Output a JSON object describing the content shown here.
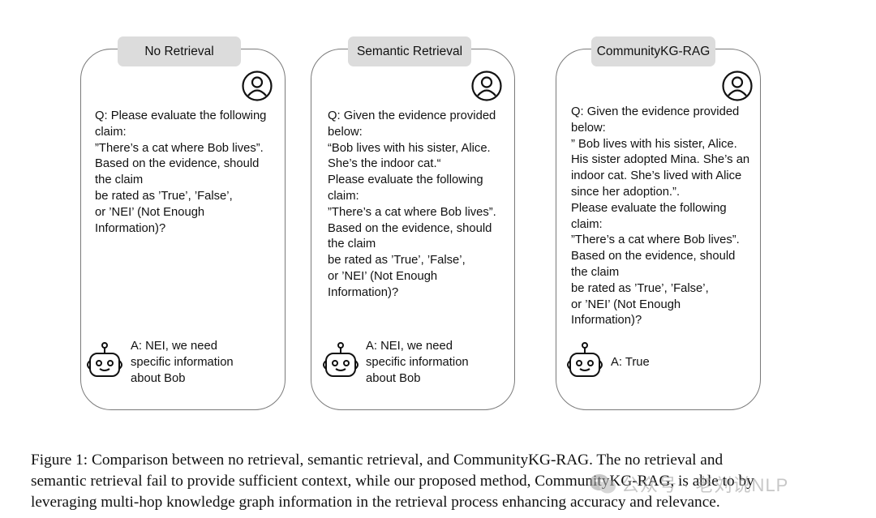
{
  "panels": [
    {
      "title": "No Retrieval",
      "question": "Q: Please evaluate the following\nclaim:\n”There’s a cat where Bob lives”.\nBased on the evidence, should\nthe claim\nbe rated as ’True’, ’False’,\nor ’NEI’ (Not Enough\nInformation)?",
      "answer": "A: NEI, we need\nspecific information\nabout Bob"
    },
    {
      "title": "Semantic Retrieval",
      "question": "Q: Given the evidence provided\nbelow:\n“Bob lives with his sister, Alice.\nShe’s the indoor cat.“\nPlease evaluate the following\nclaim:\n”There’s a cat where Bob lives”.\nBased on the evidence, should\nthe claim\nbe rated as ’True’, ’False’,\nor ’NEI’ (Not Enough\nInformation)?",
      "answer": "A: NEI, we need\nspecific information\nabout Bob"
    },
    {
      "title": "CommunityKG-RAG",
      "question": "Q: Given the evidence provided\nbelow:\n” Bob lives with his sister, Alice.\nHis sister adopted Mina. She’s an\nindoor cat. She’s lived with Alice\nsince her adoption.”.\nPlease evaluate the following\nclaim:\n”There’s a cat where Bob lives”.\nBased on the evidence, should\nthe claim\nbe rated as ’True’, ’False’,\nor ’NEI’ (Not Enough\nInformation)?",
      "answer": "A: True"
    }
  ],
  "icons": {
    "user": "user-icon",
    "robot": "robot-icon"
  },
  "caption": {
    "line1": "Figure 1: Comparison between no retrieval, semantic retrieval, and CommunityKG-RAG. The no retrieval and",
    "line2": "semantic retrieval fail to provide sufficient context, while our proposed method, CommunityKG-RAG, is able to by",
    "line3": "leveraging multi-hop knowledge graph information in the retrieval process enhancing accuracy and relevance."
  },
  "watermark": {
    "text": "公众号 · 老刘说NLP"
  }
}
